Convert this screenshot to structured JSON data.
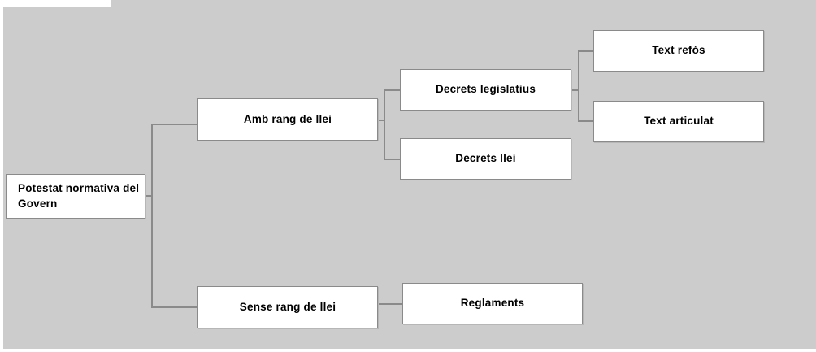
{
  "diagram": {
    "title": "Potestat normativa del Govern",
    "background_color": "#cccccc",
    "node_fill_color": "#ffffff",
    "node_border_color": "#8a8a8a",
    "connector_color": "#8a8a8a",
    "nodes": [
      {
        "id": "root",
        "label": "Potestat normativa del Govern",
        "level": 0
      },
      {
        "id": "amb-rang-de-llei",
        "label": "Amb rang de llei",
        "level": 1
      },
      {
        "id": "sense-rang-de-llei",
        "label": "Sense rang de llei",
        "level": 1
      },
      {
        "id": "decrets-legislatius",
        "label": "Decrets legislatius",
        "level": 2
      },
      {
        "id": "decrets-llei",
        "label": "Decrets llei",
        "level": 2
      },
      {
        "id": "reglaments",
        "label": "Reglaments",
        "level": 2
      },
      {
        "id": "text-refos",
        "label": "Text refós",
        "level": 3
      },
      {
        "id": "text-articulat",
        "label": "Text articulat",
        "level": 3
      }
    ],
    "edges": [
      {
        "from": "root",
        "to": "amb-rang-de-llei"
      },
      {
        "from": "root",
        "to": "sense-rang-de-llei"
      },
      {
        "from": "amb-rang-de-llei",
        "to": "decrets-legislatius"
      },
      {
        "from": "amb-rang-de-llei",
        "to": "decrets-llei"
      },
      {
        "from": "sense-rang-de-llei",
        "to": "reglaments"
      },
      {
        "from": "decrets-legislatius",
        "to": "text-refos"
      },
      {
        "from": "decrets-legislatius",
        "to": "text-articulat"
      }
    ]
  }
}
